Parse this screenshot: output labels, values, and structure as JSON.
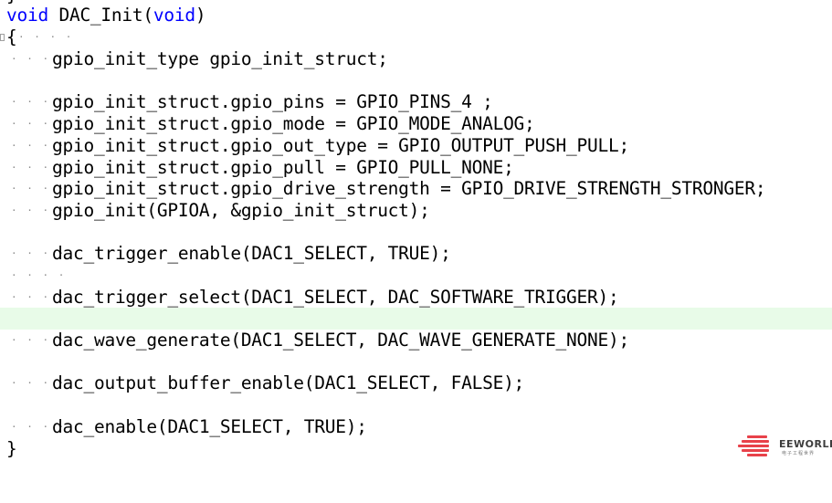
{
  "editor": {
    "lines": [
      {
        "indent": 0,
        "keyword": "void",
        "rest": " DAC_Init(",
        "keyword2": "void",
        "rest2": ")"
      },
      {
        "indent": 0,
        "text": "{",
        "fold": true
      },
      {
        "indent": 1,
        "text": "gpio_init_type gpio_init_struct;"
      },
      {
        "indent": 0,
        "text": ""
      },
      {
        "indent": 1,
        "text": "gpio_init_struct.gpio_pins = GPIO_PINS_4 ;"
      },
      {
        "indent": 1,
        "text": "gpio_init_struct.gpio_mode = GPIO_MODE_ANALOG;"
      },
      {
        "indent": 1,
        "text": "gpio_init_struct.gpio_out_type = GPIO_OUTPUT_PUSH_PULL;"
      },
      {
        "indent": 1,
        "text": "gpio_init_struct.gpio_pull = GPIO_PULL_NONE;"
      },
      {
        "indent": 1,
        "text": "gpio_init_struct.gpio_drive_strength = GPIO_DRIVE_STRENGTH_STRONGER;"
      },
      {
        "indent": 1,
        "text": "gpio_init(GPIOA, &gpio_init_struct);"
      },
      {
        "indent": 0,
        "text": ""
      },
      {
        "indent": 1,
        "text": "dac_trigger_enable(DAC1_SELECT, TRUE);"
      },
      {
        "indent": 1,
        "text": "",
        "dotsOnly": true
      },
      {
        "indent": 1,
        "text": "dac_trigger_select(DAC1_SELECT, DAC_SOFTWARE_TRIGGER);"
      },
      {
        "indent": 0,
        "text": "",
        "current": true
      },
      {
        "indent": 1,
        "text": "dac_wave_generate(DAC1_SELECT, DAC_WAVE_GENERATE_NONE);"
      },
      {
        "indent": 0,
        "text": ""
      },
      {
        "indent": 1,
        "text": "dac_output_buffer_enable(DAC1_SELECT, FALSE);"
      },
      {
        "indent": 0,
        "text": ""
      },
      {
        "indent": 1,
        "text": "dac_enable(DAC1_SELECT, TRUE);"
      },
      {
        "indent": 0,
        "text": "}"
      }
    ],
    "indent_marker": "· · · ·",
    "colors": {
      "keyword": "#0000ff",
      "text": "#000000",
      "current_line": "#e8fbe8",
      "whitespace_dots": "#8a8a8a"
    }
  },
  "watermark": {
    "name": "EEWORLD",
    "subtitle": "电子工程世界",
    "icon": "eeworld-logo-icon",
    "color": "#e8424a"
  }
}
